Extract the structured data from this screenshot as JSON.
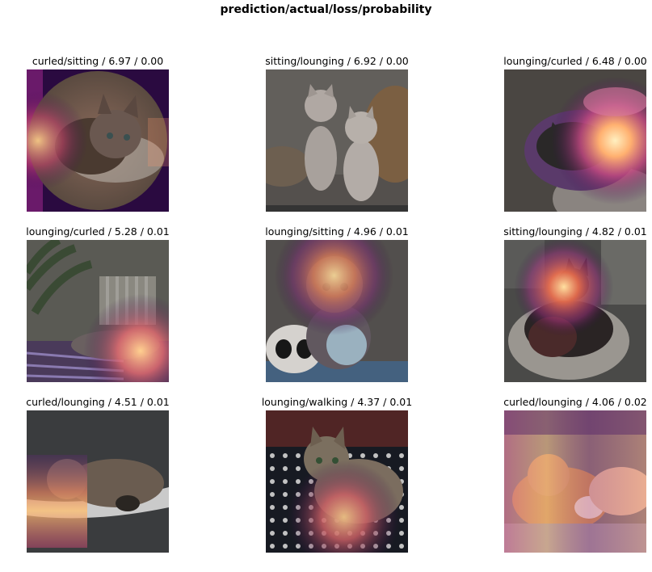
{
  "figure": {
    "suptitle": "prediction/actual/loss/probability"
  },
  "panels": [
    {
      "title": "curled/sitting / 6.97 / 0.00",
      "image": "cat lying on cushion, circular photo, heatmap overlay"
    },
    {
      "title": "sitting/lounging / 6.92 / 0.00",
      "image": "two white kittens sitting with orange cats behind"
    },
    {
      "title": "lounging/curled / 6.48 / 0.00",
      "image": "cat curled in pet bed with bright heatmap"
    },
    {
      "title": "lounging/curled / 5.28 / 0.01",
      "image": "cat lying near radiator and plant"
    },
    {
      "title": "lounging/sitting / 4.96 / 0.01",
      "image": "tabby kitten sitting on panda plush"
    },
    {
      "title": "sitting/lounging / 4.82 / 0.01",
      "image": "black cat curled in round pet bed"
    },
    {
      "title": "curled/lounging / 4.51 / 0.01",
      "image": "tabby cat lying on blanket, dark scene"
    },
    {
      "title": "lounging/walking / 4.37 / 0.01",
      "image": "tabby cat lying on polka-dot blanket"
    },
    {
      "title": "curled/lounging / 4.06 / 0.02",
      "image": "orange cat lying with human hand"
    }
  ]
}
